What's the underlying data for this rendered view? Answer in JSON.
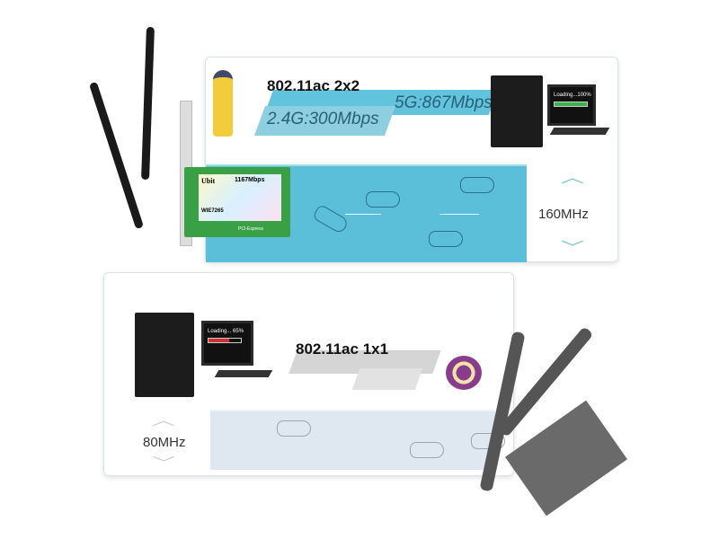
{
  "top_panel": {
    "title": "802.11ac 2x2",
    "speed_5g": "5G:867Mbps",
    "speed_24g": "2.4G:300Mbps",
    "bandwidth": "160MHz",
    "monitor_text": "Loading...100%",
    "progress": 1.0,
    "band_color": "#62c3dc",
    "road_color": "#5bbfd9"
  },
  "card": {
    "brand": "Ubit",
    "speed": "1167Mbps",
    "model": "WIE7265",
    "interface": "PCI-Express"
  },
  "bottom_panel": {
    "title": "802.11ac 1x1",
    "bandwidth": "80MHz",
    "monitor_text": "Loading... 65%",
    "progress": 0.65,
    "road_color": "#dfe8f1"
  }
}
